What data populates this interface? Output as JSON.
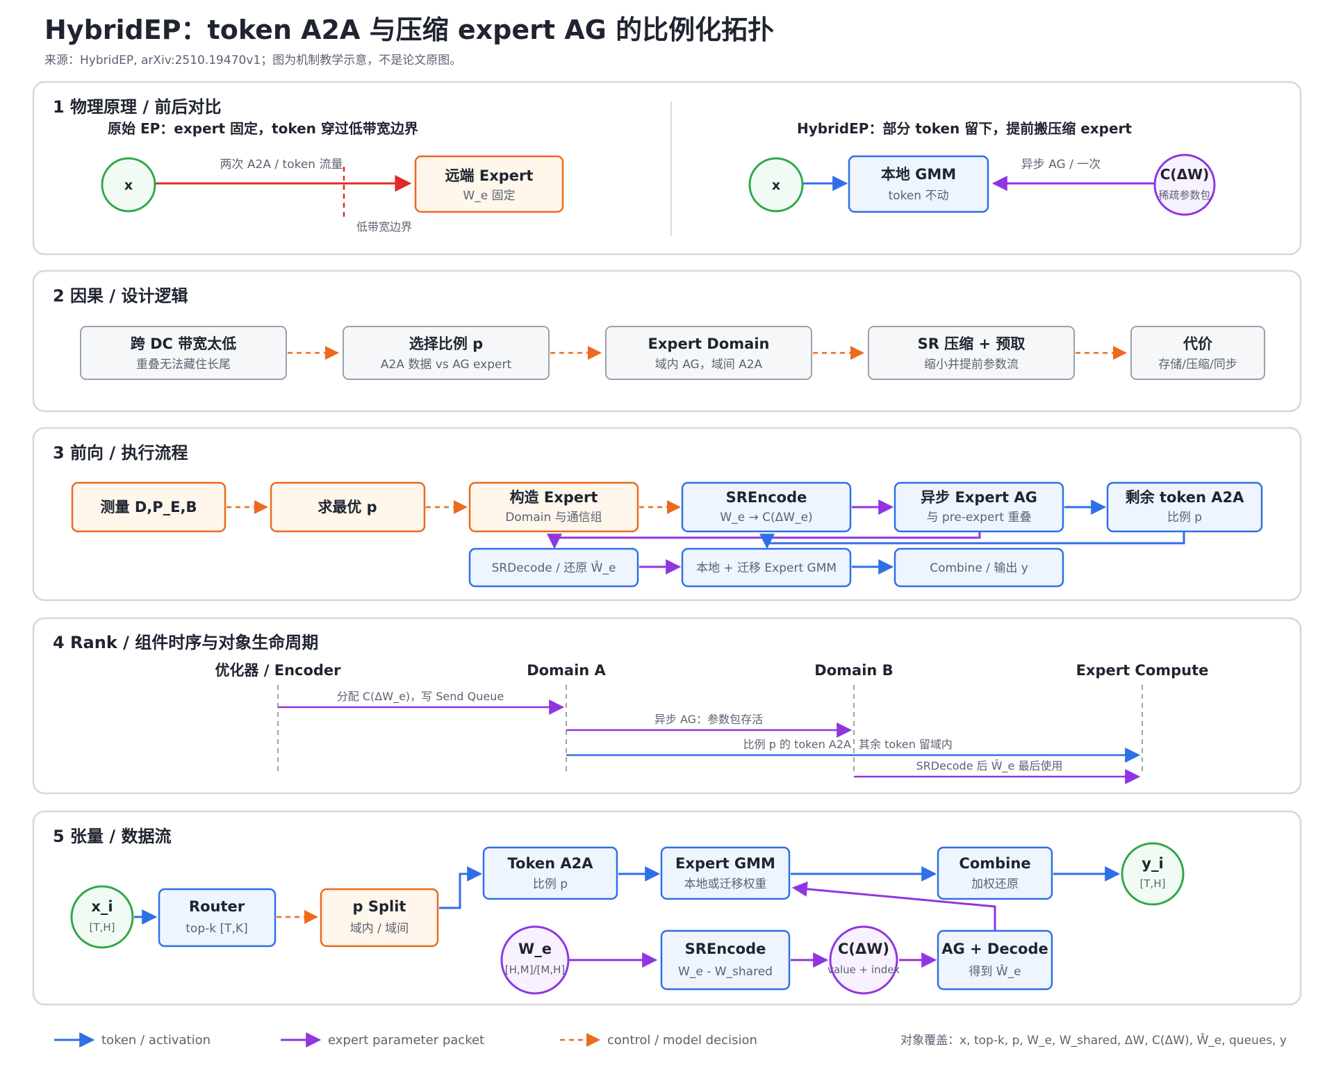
{
  "header": {
    "title": "HybridEP：token A2A 与压缩 expert AG 的比例化拓扑",
    "subtitle": "来源：HybridEP, arXiv:2510.19470v1；图为机制教学示意，不是论文原图。"
  },
  "panel1": {
    "title": "1 物理原理 / 前后对比",
    "left_heading": "原始 EP：expert 固定，token 穿过低带宽边界",
    "right_heading": "HybridEP：部分 token 留下，提前搬压缩 expert",
    "x_left": "x",
    "remote_title": "远端 Expert",
    "remote_sub": "W_e 固定",
    "edge_a2a": "两次 A2A / token 流量",
    "boundary": "低带宽边界",
    "x_right": "x",
    "local_title": "本地 GMM",
    "local_sub": "token 不动",
    "edge_ag": "异步 AG / 一次",
    "cdw_title": "C(ΔW)",
    "cdw_sub": "稀疏参数包"
  },
  "panel2": {
    "title": "2 因果 / 设计逻辑",
    "boxes": [
      {
        "title": "跨 DC 带宽太低",
        "sub": "重叠无法藏住长尾"
      },
      {
        "title": "选择比例 p",
        "sub": "A2A 数据 vs AG expert"
      },
      {
        "title": "Expert Domain",
        "sub": "域内 AG，域间 A2A"
      },
      {
        "title": "SR 压缩 + 预取",
        "sub": "缩小并提前参数流"
      },
      {
        "title": "代价",
        "sub": "存储/压缩/同步"
      }
    ]
  },
  "panel3": {
    "title": "3 前向 / 执行流程",
    "measure": "测量 D,P_E,B",
    "optimize": "求最优 p",
    "construct_title": "构造 Expert",
    "construct_sub": "Domain 与通信组",
    "srencode_title": "SREncode",
    "srencode_sub": "W_e → C(ΔW_e)",
    "async_title": "异步 Expert AG",
    "async_sub": "与 pre-expert 重叠",
    "remaining_title": "剩余 token A2A",
    "remaining_sub": "比例 p",
    "srdecode": "SRDecode / 还原 Ŵ_e",
    "local_gmm": "本地 + 迁移 Expert GMM",
    "combine": "Combine / 输出 y"
  },
  "panel4": {
    "title": "4 Rank / 组件时序与对象生命周期",
    "lanes": [
      "优化器 / Encoder",
      "Domain A",
      "Domain B",
      "Expert Compute"
    ],
    "msg1": "分配 C(ΔW_e)，写 Send Queue",
    "msg2": "异步 AG：参数包存活",
    "msg3a": "比例 p 的 token A2A",
    "msg3b": "其余 token 留域内",
    "msg4": "SRDecode 后 Ŵ_e 最后使用"
  },
  "panel5": {
    "title": "5 张量 / 数据流",
    "xi_title": "x_i",
    "xi_sub": "[T,H]",
    "router_title": "Router",
    "router_sub": "top-k [T,K]",
    "psplit_title": "p Split",
    "psplit_sub": "域内 / 域间",
    "tokena2a_title": "Token A2A",
    "tokena2a_sub": "比例 p",
    "gmm_title": "Expert GMM",
    "gmm_sub": "本地或迁移权重",
    "combine_title": "Combine",
    "combine_sub": "加权还原",
    "yi_title": "y_i",
    "yi_sub": "[T,H]",
    "we_title": "W_e",
    "we_sub": "[H,M]/[M,H]",
    "srencode_title": "SREncode",
    "srencode_sub": "W_e - W_shared",
    "cdw_title": "C(ΔW)",
    "cdw_sub": "value + index",
    "agdecode_title": "AG + Decode",
    "agdecode_sub": "得到 Ŵ_e"
  },
  "legend": {
    "token": "token / activation",
    "expert": "expert parameter packet",
    "control": "control / model decision",
    "coverage": "对象覆盖：x, top-k, p, W_e, W_shared, ΔW, C(ΔW), Ŵ_e, queues, y"
  },
  "colors": {
    "token": "#2f6fe6",
    "expert": "#9035e0",
    "control": "#ec6a1c",
    "red": "#e02a2a",
    "green": "#2ea84b"
  }
}
